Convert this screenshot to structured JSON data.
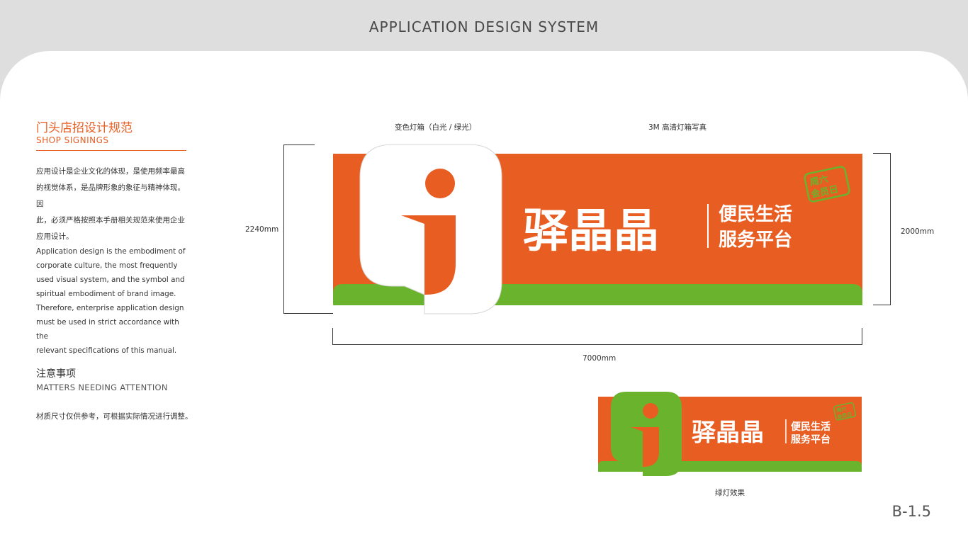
{
  "header": {
    "title": "APPLICATION DESIGN SYSTEM"
  },
  "section": {
    "title_zh": "门头店招设计规范",
    "title_en": "SHOP SIGNINGS",
    "desc_zh_lines": [
      "应用设计是企业文化的体现，是使用频率最高",
      "的视觉体系，是品牌形象的象征与精神体现。因",
      "此，必须严格按照本手册相关规范来使用企业",
      "应用设计。"
    ],
    "desc_en_lines": [
      "Application design is the embodiment of",
      "corporate culture, the most frequently",
      "used visual system, and the symbol and",
      "spiritual embodiment of brand image.",
      "Therefore, enterprise application design",
      "must be used in strict accordance with the",
      "relevant specifications of this manual."
    ]
  },
  "notice": {
    "title_zh": "注意事项",
    "title_en": "MATTERS NEEDING ATTENTION",
    "body": "材质尺寸仅供参考，可根据实际情况进行调整。"
  },
  "annotations": {
    "lightbox": "变色灯箱（白光 / 绿光）",
    "print": "3M 高清灯箱写真",
    "height_outer": "2240mm",
    "height_inner": "2000mm",
    "width": "7000mm",
    "green_caption": "绿灯效果"
  },
  "sign": {
    "brand": "驿晶晶",
    "slogan_line1": "便民生活",
    "slogan_line2": "服务平台",
    "badge_line1": "周六",
    "badge_line2": "会员日"
  },
  "page_number": "B-1.5",
  "colors": {
    "orange": "#e85d22",
    "green": "#6ab42d",
    "white": "#ffffff"
  }
}
